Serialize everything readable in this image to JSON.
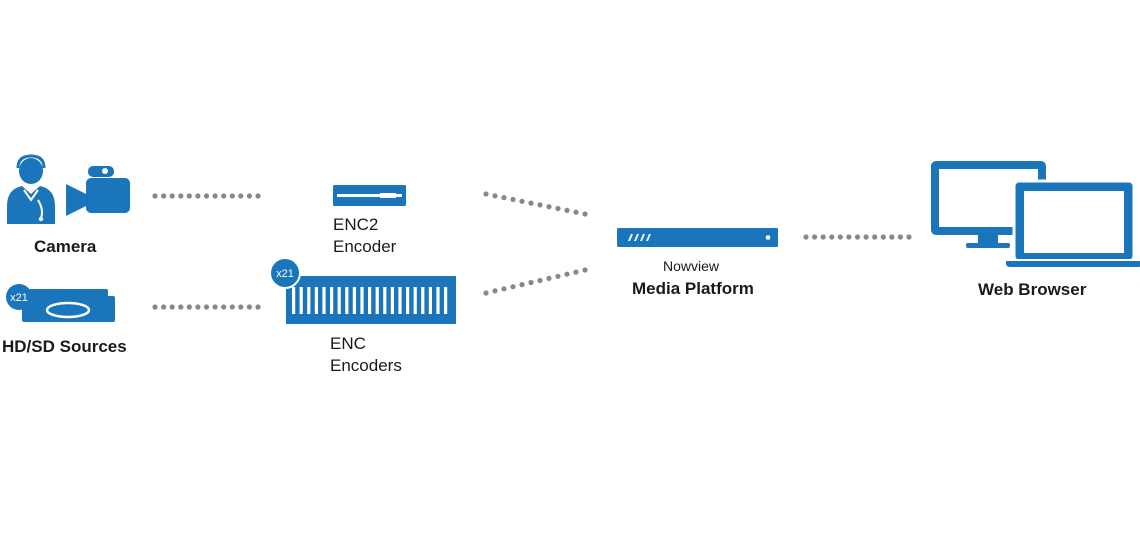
{
  "colors": {
    "icon_blue": "#1b75bb",
    "connector_gray": "#888888",
    "text": "#1a1a1a"
  },
  "nodes": {
    "camera": {
      "label": "Camera",
      "icons": [
        "person-icon",
        "video-camera-icon"
      ]
    },
    "sources": {
      "label": "HD/SD Sources",
      "badge": "x21",
      "icons": [
        "media-player-icon"
      ]
    },
    "enc2": {
      "label_line1": "ENC2",
      "label_line2": "Encoder",
      "icons": [
        "single-encoder-icon"
      ]
    },
    "enc": {
      "label_line1": "ENC",
      "label_line2": "Encoders",
      "badge": "x21",
      "icons": [
        "encoder-rack-icon"
      ]
    },
    "platform": {
      "label_line1": "Nowview",
      "label_line2": "Media Platform",
      "icons": [
        "rack-server-icon"
      ]
    },
    "browser": {
      "label": "Web Browser",
      "icons": [
        "monitor-icon",
        "laptop-icon"
      ]
    }
  },
  "connectors": [
    {
      "from": "camera",
      "to": "enc2",
      "style": "dotted"
    },
    {
      "from": "sources",
      "to": "enc",
      "style": "dotted"
    },
    {
      "from": "enc2",
      "to": "platform",
      "style": "dotted"
    },
    {
      "from": "enc",
      "to": "platform",
      "style": "dotted"
    },
    {
      "from": "platform",
      "to": "browser",
      "style": "dotted"
    }
  ]
}
